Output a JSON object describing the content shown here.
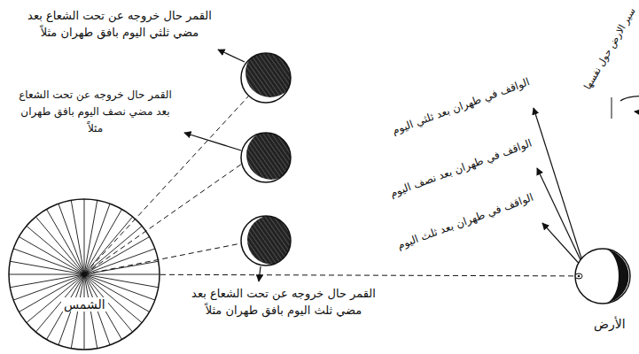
{
  "diagram": {
    "nodes": [
      {
        "text": [
          "الشمس"
        ]
      },
      {
        "text": [
          "الأرض"
        ]
      }
    ],
    "edges": [
      {
        "from": 0,
        "to": 1,
        "arrow": "none"
      }
    ],
    "labels": [
      "القمر حال خروجه عن تحت الشعاع بعد مضي ثلثي اليوم بافق طهران مثلاً",
      "القمر حال خروجه عن تحت الشعاع بعد مضي نصف اليوم بافق طهران مثلاً",
      "القمر حال خروجه عن تحت الشعاع بعد مضي ثلث اليوم بافق طهران مثلاً",
      "الواقف في طهران بعد ثلثي اليوم",
      "الواقف في طهران بعد نصف اليوم",
      "الواقف في طهران بعد ثلث اليوم",
      "سير الارض حول نفسها"
    ]
  }
}
